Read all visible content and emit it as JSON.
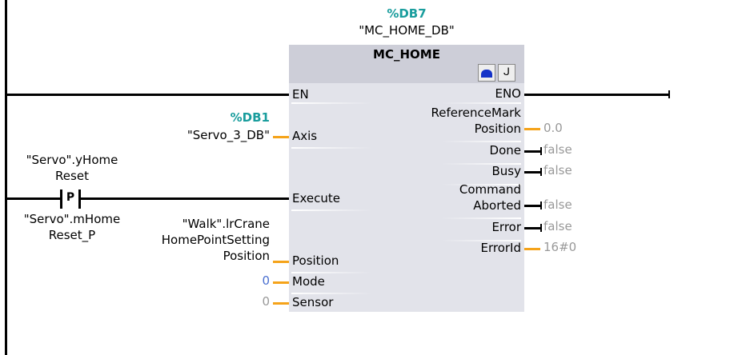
{
  "instance": {
    "address": "%DB7",
    "name": "\"MC_HOME_DB\""
  },
  "block": {
    "title": "MC_HOME",
    "icons": [
      "online-icon",
      "diagnostics-icon"
    ]
  },
  "inputs": {
    "en": "EN",
    "axis": "Axis",
    "execute": "Execute",
    "position": "Position",
    "mode": "Mode",
    "sensor": "Sensor"
  },
  "outputs": {
    "eno": "ENO",
    "refmark1": "ReferenceMark",
    "refmark2": "Position",
    "done": "Done",
    "busy": "Busy",
    "cmd1": "Command",
    "cmd2": "Aborted",
    "error": "Error",
    "errorid": "ErrorId"
  },
  "values": {
    "refmark": "0.0",
    "done": "false",
    "busy": "false",
    "aborted": "false",
    "error": "false",
    "errorid": "16#0"
  },
  "axis_param": {
    "address": "%DB1",
    "name": "\"Servo_3_DB\""
  },
  "contact": {
    "type": "P",
    "top1": "\"Servo\".yHome",
    "top2": "Reset",
    "bottom1": "\"Servo\".mHome",
    "bottom2": "Reset_P"
  },
  "position_param": {
    "l1": "\"Walk\".lrCrane",
    "l2": "HomePointSetting",
    "l3": "Position"
  },
  "mode_value": "0",
  "sensor_value": "0"
}
